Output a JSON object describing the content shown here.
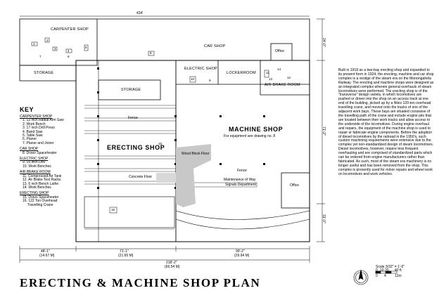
{
  "title": "ERECTING & MACHINE SHOP PLAN",
  "rooms": {
    "carpenter_shop": "CARPENTER SHOP",
    "car_shop": "CAR SHOP",
    "office_top": "Office",
    "storage_left": "STORAGE",
    "electric_shop": "ELECTRIC SHOP",
    "lockerroom": "LOCKERROOM",
    "air_brake_room": "AIR BRAKE ROOM",
    "storage_center": "STORAGE",
    "erecting_shop": "ERECTING SHOP",
    "machine_shop": "MACHINE SHOP",
    "machine_note": "For equipment see drawing no. 8",
    "fence_upper": "Fence",
    "fence_lower": "Fence",
    "wood_block_floor": "Wood Block Floor",
    "concrete_floor": "Concrete Floor",
    "maintenance_1": "Maintenance of Way",
    "maintenance_2": "Signals Department",
    "office_bottom": "Office"
  },
  "key": {
    "heading": "KEY",
    "groups": [
      {
        "name": "CARPENTER SHOP",
        "items": [
          "1.  12 inch Radial Arm Saw",
          "2.  Work Bench",
          "3.  17 inch Drill Press",
          "4.  Band Saw",
          "5.  Table Saw",
          "6.  Planer",
          "7.  Planer and Joiner"
        ]
      },
      {
        "name": "CAR SHOP",
        "items": [
          "8.  Dravo Spaceheater"
        ]
      },
      {
        "name": "ELECTRIC SHOP",
        "items": [
          "9.  15 inch Drill",
          "10. Work Benches"
        ]
      },
      {
        "name": "AIR BRAKE ROOM",
        "items": [
          "11. Compressed Air Tank",
          "12. Air Brake Test Racks",
          "13. 6 inch Bench Lathe",
          "14. Work Benches"
        ]
      },
      {
        "name": "ERECTING SHOP",
        "items": [
          "15. Dravo Spaceheater",
          "16. 122 Ton Overhead",
          "     Travelling Crane"
        ]
      }
    ]
  },
  "description": "Built in 1918 as a two-bay erecting shop and expanded to its present form in 1924, the erecting, machine and car shop complex is a vestige of the steam era on the Monongahela Railway. The erecting and machine shops were designed as an integrated complex wherein general overhauls of steam locomotives were performed. The erecting shop is of the \"transverse\" design variety, in which locomotives are pushed or driven into the shop on an access track at one end of the building, picked up by a Niles 120-ton overhead travelling crane, and moved onto the tracks of one of the adjacent work bays. These bays are situated crosswise of the travelling path of the crane and include engine pits that are located between their work tracks and allow access to the underside of the locomotives. During engine overhaul and repairs, the equipment of the machine shop is used to repair or fabricate engine components. Before the adoption of diesel locomotives by the railroad in the 1950's, such custom machining requirements were extensive due to the complex yet non-standardized design of steam locomotives. Diesel locomotives, however, require less frequent overhauling and are comprised of standardized parts which can be ordered from engine manufacturers rather than fabricated. As such, most of the steam era machinery is no longer useful and has been removed from the shop. This complex is presently used for minor repairs and wheel work on locomotives and work vehicles.",
  "dimensions": {
    "top_overall": "434'",
    "seg1_ft": "48'-1\"",
    "seg1_m": "(14.67 M)",
    "seg2_ft": "71'-1\"",
    "seg2_m": "(21.65 M)",
    "seg3_ft": "99'-2\"",
    "seg3_m": "(29.94 M)",
    "total_ft": "218'-2\"",
    "total_m": "(66.54 M)",
    "right_top": "24'-0\"",
    "right_mid": "71'-2\"",
    "right_bot": "31'-0\""
  },
  "scale": {
    "label": "Scale 3/32\" = 1'-0\"",
    "ticks": [
      "0",
      "10",
      "20",
      "40 ft"
    ],
    "ticks_m": [
      "0",
      "4",
      "12m"
    ]
  },
  "north": "N",
  "callouts": [
    "1",
    "2",
    "3",
    "4",
    "5",
    "6",
    "7",
    "8",
    "9",
    "10",
    "11",
    "12",
    "13",
    "14",
    "15",
    "16"
  ]
}
